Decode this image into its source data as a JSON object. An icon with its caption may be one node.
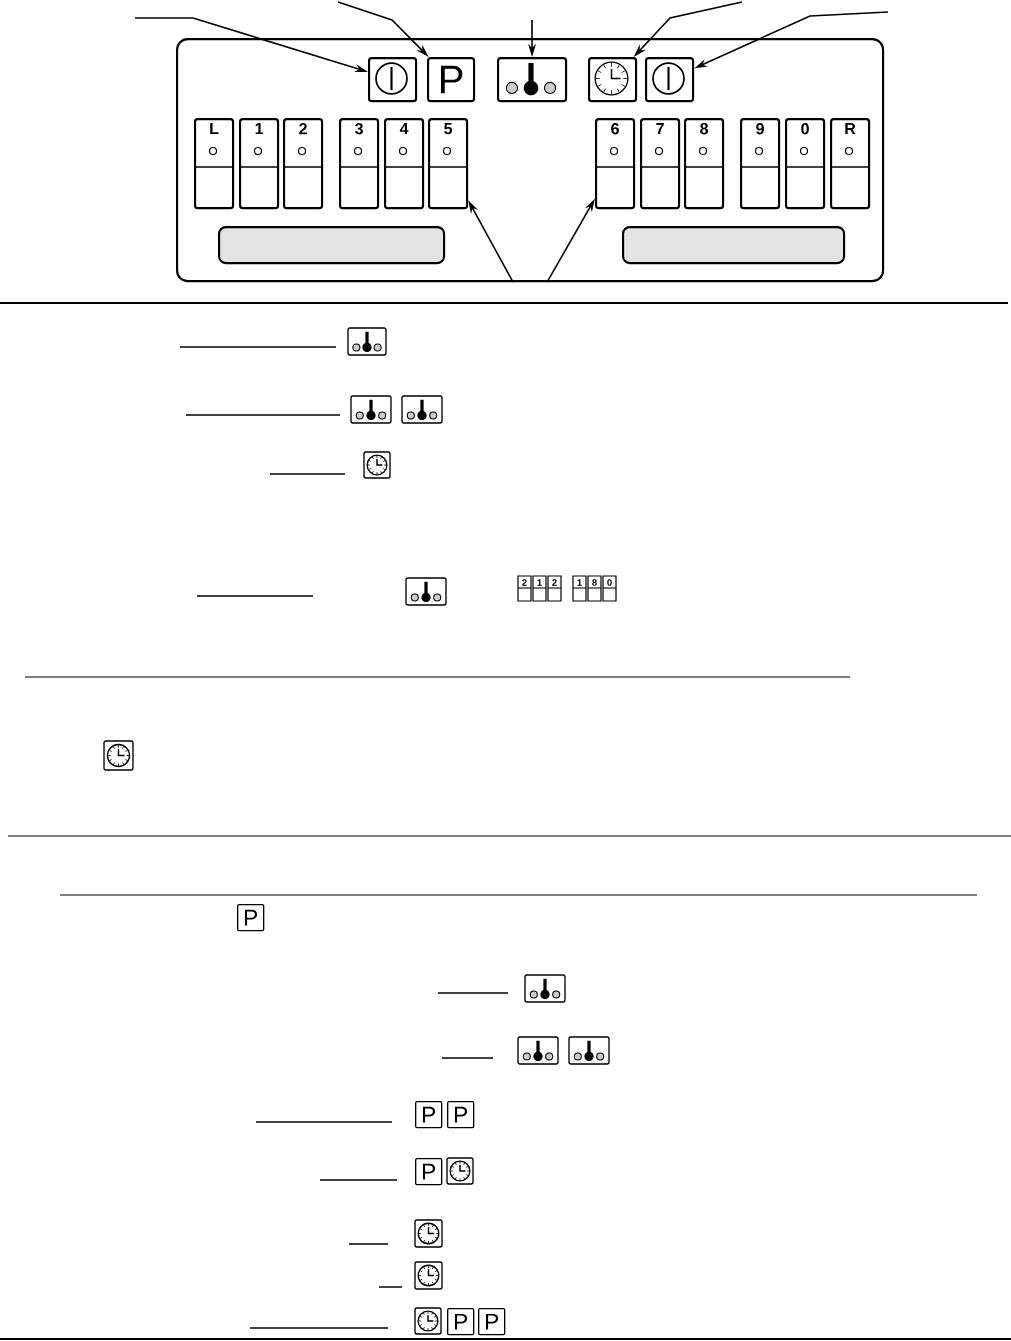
{
  "diagram": {
    "nodes": [
      {
        "text": [],
        "shape": "box"
      },
      {
        "text": [],
        "shape": "box",
        "in": 0
      },
      {
        "text": [
          "P"
        ],
        "in": 0
      },
      {
        "text": [],
        "shape": "box",
        "in": 0
      },
      {
        "text": [],
        "shape": "box",
        "in": 0
      },
      {
        "text": [],
        "shape": "box",
        "in": 0
      },
      {
        "text": [
          "L"
        ],
        "in": 0
      },
      {
        "text": [
          "1"
        ],
        "in": 0
      },
      {
        "text": [
          "2"
        ],
        "in": 0
      },
      {
        "text": [
          "3"
        ],
        "in": 0
      },
      {
        "text": [
          "4"
        ],
        "in": 0
      },
      {
        "text": [
          "5"
        ],
        "in": 0
      },
      {
        "text": [
          "6"
        ],
        "in": 0
      },
      {
        "text": [
          "7"
        ],
        "in": 0
      },
      {
        "text": [
          "8"
        ],
        "in": 0
      },
      {
        "text": [
          "9"
        ],
        "in": 0
      },
      {
        "text": [
          "0"
        ],
        "in": 0
      },
      {
        "text": [
          "R"
        ],
        "in": 0
      },
      {
        "text": [],
        "shape": "bar",
        "in": 0
      },
      {
        "text": [],
        "shape": "bar",
        "in": 0
      }
    ],
    "edges": [
      {
        "from": null,
        "to": 1,
        "arrow": "to"
      },
      {
        "from": null,
        "to": 2,
        "arrow": "to"
      },
      {
        "from": null,
        "to": 3,
        "arrow": "to"
      },
      {
        "from": null,
        "to": 4,
        "arrow": "to"
      },
      {
        "from": null,
        "to": 5,
        "arrow": "to"
      },
      {
        "from": 0,
        "to": 11,
        "arrow": "to"
      },
      {
        "from": 0,
        "to": 12,
        "arrow": "to"
      }
    ],
    "labels": [
      "2",
      "1",
      "2",
      "1",
      "8",
      "0",
      "P",
      "P",
      "P",
      "P",
      "P",
      "P"
    ]
  }
}
